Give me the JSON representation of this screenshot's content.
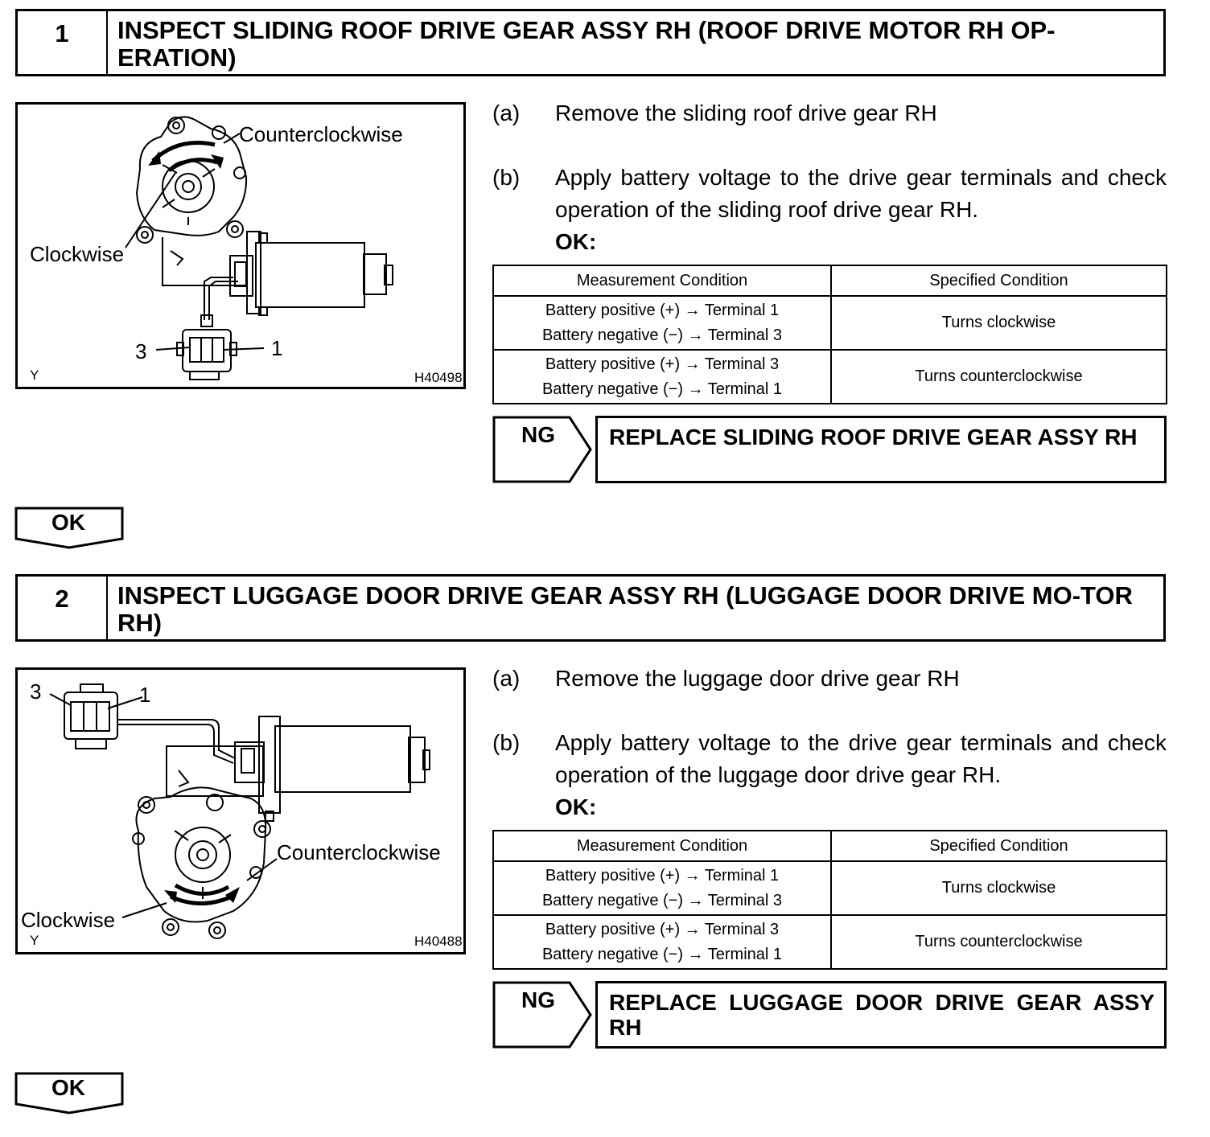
{
  "step1": {
    "number": "1",
    "title": "INSPECT SLIDING ROOF DRIVE GEAR ASSY RH (ROOF DRIVE MOTOR RH OP-ERATION)",
    "figure": {
      "label_counterclockwise": "Counterclockwise",
      "label_clockwise": "Clockwise",
      "label_terminal_3": "3",
      "label_terminal_1": "1",
      "corner_code": "Y",
      "figure_id": "H40498"
    },
    "a_letter": "(a)",
    "a_text": "Remove the sliding roof drive gear RH",
    "b_letter": "(b)",
    "b_text": "Apply battery voltage to the drive gear terminals and check operation of the sliding roof drive gear RH.",
    "ok_label": "OK:",
    "table": {
      "headers": [
        "Measurement Condition",
        "Specified Condition"
      ],
      "rows": [
        {
          "condition_line1": "Battery positive (+) → Terminal 1",
          "condition_line2": "Battery negative (−) → Terminal 3",
          "result": "Turns clockwise"
        },
        {
          "condition_line1": "Battery positive (+) → Terminal 3",
          "condition_line2": "Battery negative (−) → Terminal 1",
          "result": "Turns counterclockwise"
        }
      ]
    },
    "ng_label": "NG",
    "ng_action": "REPLACE SLIDING ROOF DRIVE GEAR ASSY RH",
    "ok_arrow_label": "OK"
  },
  "step2": {
    "number": "2",
    "title": "INSPECT LUGGAGE DOOR DRIVE GEAR ASSY RH (LUGGAGE DOOR DRIVE MO-TOR RH)",
    "figure": {
      "label_counterclockwise": "Counterclockwise",
      "label_clockwise": "Clockwise",
      "label_terminal_3": "3",
      "label_terminal_1": "1",
      "corner_code": "Y",
      "figure_id": "H40488"
    },
    "a_letter": "(a)",
    "a_text": "Remove the luggage door drive gear RH",
    "b_letter": "(b)",
    "b_text": "Apply battery voltage to the drive gear terminals and check operation of the luggage door drive gear RH.",
    "ok_label": "OK:",
    "table": {
      "headers": [
        "Measurement Condition",
        "Specified Condition"
      ],
      "rows": [
        {
          "condition_line1": "Battery positive (+) → Terminal 1",
          "condition_line2": "Battery negative (−) → Terminal 3",
          "result": "Turns clockwise"
        },
        {
          "condition_line1": "Battery positive (+) → Terminal 3",
          "condition_line2": "Battery negative (−) → Terminal 1",
          "result": "Turns counterclockwise"
        }
      ]
    },
    "ng_label": "NG",
    "ng_action": "REPLACE LUGGAGE DOOR DRIVE GEAR ASSY RH",
    "ok_arrow_label": "OK"
  }
}
